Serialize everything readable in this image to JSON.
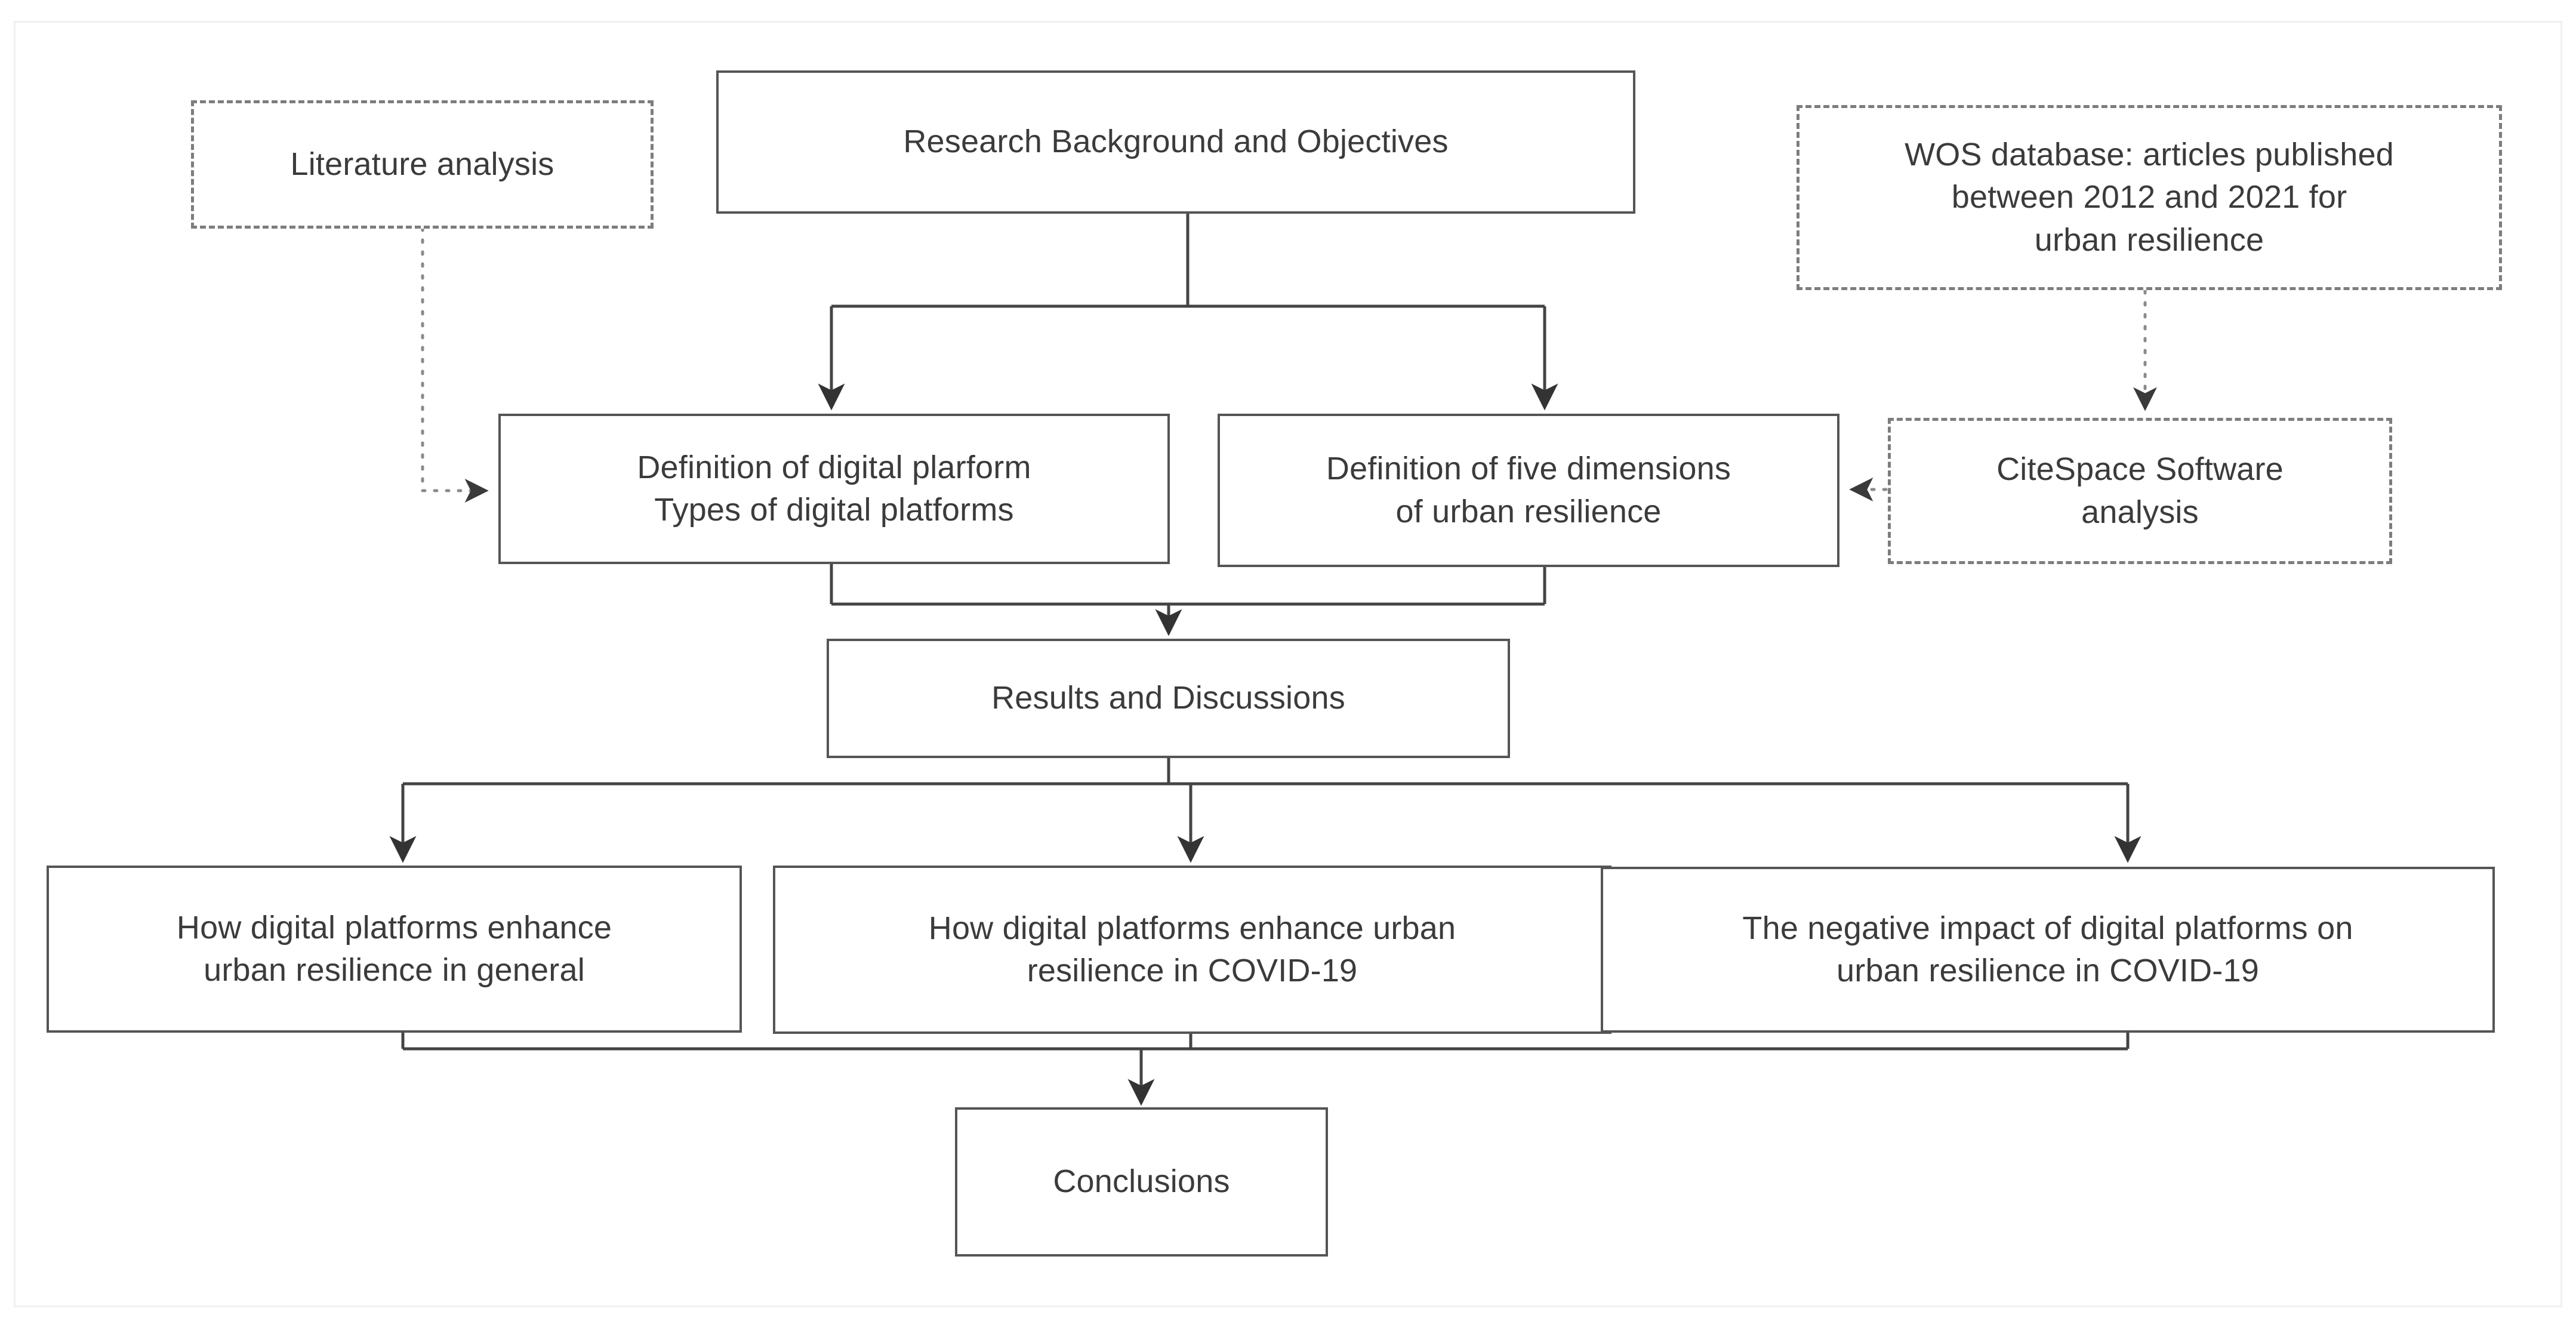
{
  "diagram": {
    "title": "Research framework flowchart",
    "colors": {
      "solid_box_border": "#555555",
      "dashed_box_border": "#7d7d7d",
      "connector_solid": "#444444",
      "connector_dotted": "#888888",
      "text": "#3b3b3b",
      "background": "#ffffff",
      "outer_frame": "#f0f0f0"
    },
    "nodes": {
      "literature_analysis": {
        "label": "Literature analysis",
        "style": "dashed"
      },
      "research_background": {
        "label": "Research Background and Objectives",
        "style": "solid"
      },
      "wos_database": {
        "label": "WOS database: articles published\nbetween 2012 and 2021 for\nurban resilience",
        "style": "dashed"
      },
      "definition_digital_platform": {
        "label": "Definition of digital plarform\nTypes of digital platforms",
        "style": "solid"
      },
      "definition_five_dimensions": {
        "label": "Definition of five dimensions\nof urban resilience",
        "style": "solid"
      },
      "citespace_software": {
        "label": "CiteSpace Software\nanalysis",
        "style": "dashed"
      },
      "results_discussions": {
        "label": "Results and Discussions",
        "style": "solid"
      },
      "enhance_general": {
        "label": "How digital platforms enhance\nurban resilience in general",
        "style": "solid"
      },
      "enhance_covid": {
        "label": "How digital platforms enhance urban\nresilience in COVID-19",
        "style": "solid"
      },
      "negative_impact_covid": {
        "label": "The negative impact of digital platforms on\nurban resilience in COVID-19",
        "style": "solid"
      },
      "conclusions": {
        "label": "Conclusions",
        "style": "solid"
      }
    },
    "edges": [
      {
        "name": "background-to-definitions",
        "from": "research_background",
        "to": [
          "definition_digital_platform",
          "definition_five_dimensions"
        ],
        "style": "solid",
        "arrow": "down-split"
      },
      {
        "name": "literature-to-digital-platform",
        "from": "literature_analysis",
        "to": "definition_digital_platform",
        "style": "dotted",
        "arrow": "right"
      },
      {
        "name": "wos-to-citespace",
        "from": "wos_database",
        "to": "citespace_software",
        "style": "dotted",
        "arrow": "down"
      },
      {
        "name": "citespace-to-five-dimensions",
        "from": "citespace_software",
        "to": "definition_five_dimensions",
        "style": "dotted",
        "arrow": "left"
      },
      {
        "name": "definitions-to-results",
        "from": [
          "definition_digital_platform",
          "definition_five_dimensions"
        ],
        "to": "results_discussions",
        "style": "solid",
        "arrow": "down-merge"
      },
      {
        "name": "results-to-findings",
        "from": "results_discussions",
        "to": [
          "enhance_general",
          "enhance_covid",
          "negative_impact_covid"
        ],
        "style": "solid",
        "arrow": "down-split"
      },
      {
        "name": "findings-to-conclusions",
        "from": [
          "enhance_general",
          "enhance_covid",
          "negative_impact_covid"
        ],
        "to": "conclusions",
        "style": "solid",
        "arrow": "down-merge"
      }
    ]
  }
}
